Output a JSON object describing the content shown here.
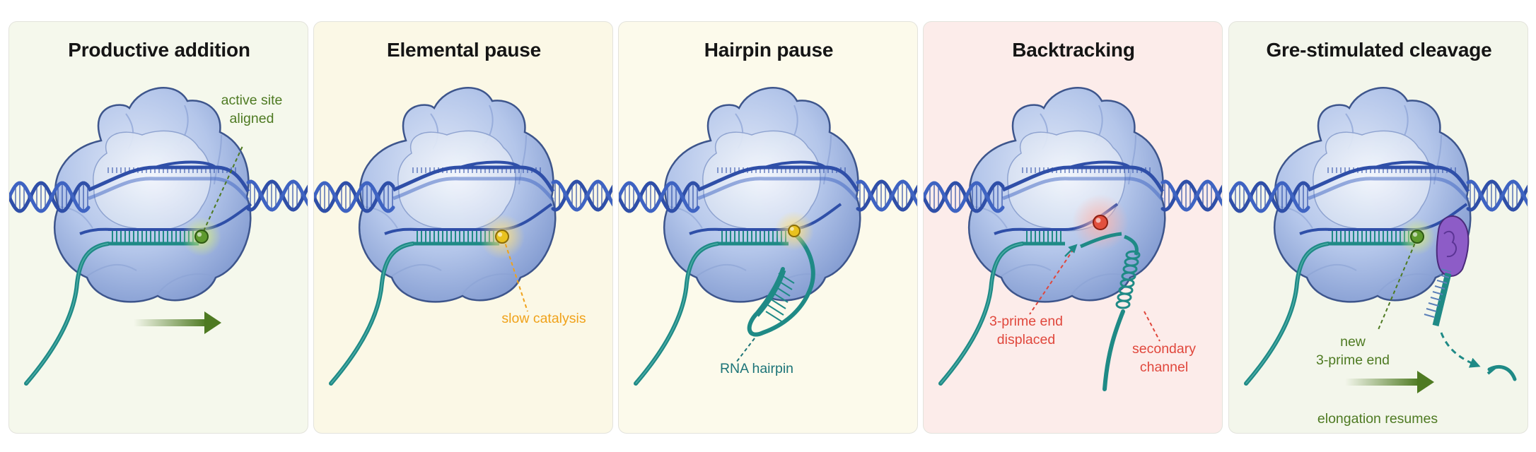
{
  "colors": {
    "dna": "#2f4fa8",
    "rna": "#1f8a86",
    "polymerase": "#a8bde6",
    "label_green": "#4e7a22",
    "label_orange": "#f0a21a",
    "label_teal": "#1d7478",
    "label_red": "#e0473c",
    "gre_factor": "#8d5cc7"
  },
  "panels": [
    {
      "title": "Productive addition",
      "labels": {
        "active_site": [
          "active site",
          "aligned"
        ]
      },
      "icons": [
        "polymerase-icon",
        "dna-helix-icon",
        "rna-strand-icon",
        "active-site-icon",
        "forward-arrow-icon"
      ]
    },
    {
      "title": "Elemental pause",
      "labels": {
        "catalysis": [
          "slow catalysis"
        ]
      },
      "icons": [
        "polymerase-icon",
        "dna-helix-icon",
        "rna-strand-icon",
        "paused-site-icon"
      ]
    },
    {
      "title": "Hairpin pause",
      "labels": {
        "hairpin": [
          "RNA hairpin"
        ]
      },
      "icons": [
        "polymerase-icon",
        "dna-helix-icon",
        "rna-hairpin-icon",
        "paused-site-icon"
      ]
    },
    {
      "title": "Backtracking",
      "labels": {
        "end_displaced": [
          "3-prime end",
          "displaced"
        ],
        "channel": [
          "secondary",
          "channel"
        ]
      },
      "icons": [
        "polymerase-icon",
        "dna-helix-icon",
        "rna-strand-icon",
        "stalled-site-icon",
        "extruded-rna-icon"
      ]
    },
    {
      "title": "Gre-stimulated cleavage",
      "labels": {
        "new_end": [
          "new",
          "3-prime end"
        ],
        "resumes": [
          "elongation resumes"
        ]
      },
      "icons": [
        "polymerase-icon",
        "dna-helix-icon",
        "rna-strand-icon",
        "gre-factor-icon",
        "cleaved-fragment-icon",
        "forward-arrow-icon"
      ]
    }
  ]
}
